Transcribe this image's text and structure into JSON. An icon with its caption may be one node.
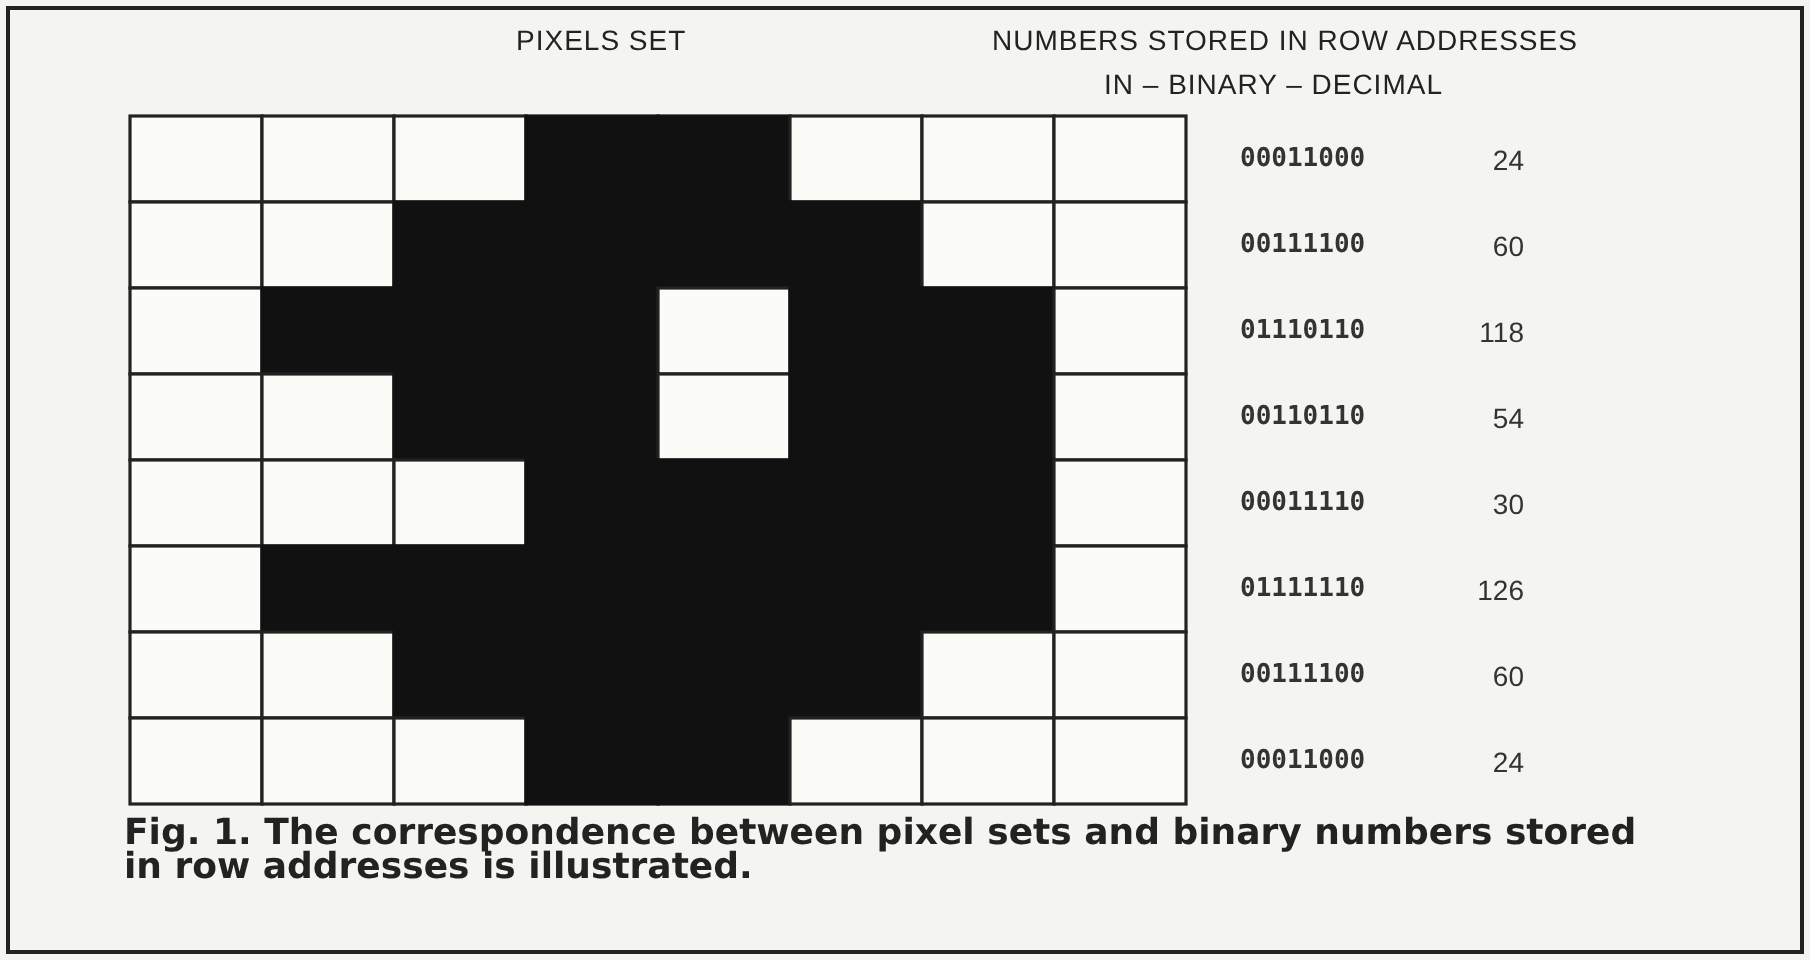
{
  "diagram": {
    "caption": "Fig. 1. The correspondence between pixel sets and binary numbers stored in row addresses is illustrated.",
    "labels": [
      "PIXELS SET",
      "NUMBERS STORED IN ROW ADDRESSES",
      "IN – BINARY – DECIMAL",
      "00011000",
      "24",
      "00111100",
      "60",
      "01110110",
      "118",
      "00110110",
      "54",
      "00011110",
      "30",
      "01111110",
      "126",
      "00111100",
      "60",
      "00011000",
      "24"
    ]
  }
}
